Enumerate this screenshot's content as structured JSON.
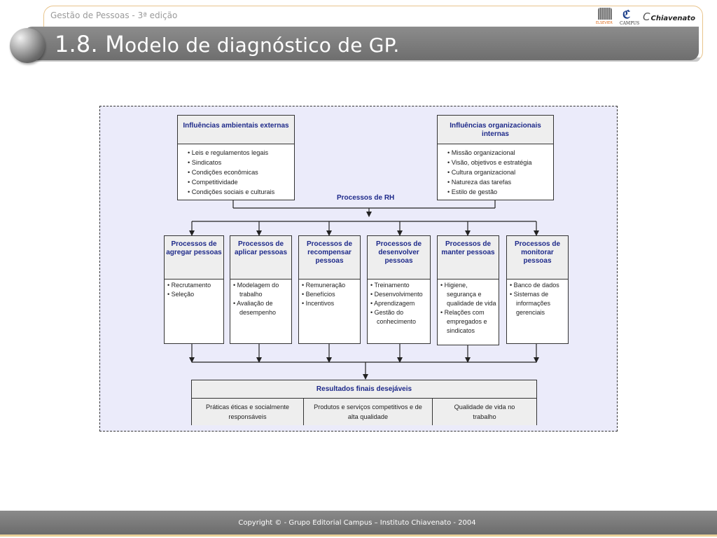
{
  "header": {
    "subtitle": "Gestão de Pessoas - 3ª edição",
    "title_initial": "1.8. M",
    "title_rest": "odelo de diagnóstico de GP.",
    "logos": {
      "elsevier": "ELSEVIER",
      "campus": "CAMPUS",
      "chiavenato_symbol": "C",
      "chiavenato": "Chiavenato"
    }
  },
  "diagram": {
    "external": {
      "title": "Influências ambientais externas",
      "items": [
        "Leis e regulamentos legais",
        "Sindicatos",
        "Condições econômicas",
        "Competitividade",
        "Condições sociais e culturais"
      ]
    },
    "internal": {
      "title": "Influências organizacionais internas",
      "items": [
        "Missão organizacional",
        "Visão, objetivos e estratégia",
        "Cultura organizacional",
        "Natureza das tarefas",
        "Estilo de gestão"
      ]
    },
    "rh_label": "Processos de RH",
    "processes": [
      {
        "title": "Processos de agregar pessoas",
        "items": [
          "Recrutamento",
          "Seleção"
        ]
      },
      {
        "title": "Processos de aplicar pessoas",
        "items": [
          "Modelagem do trabalho",
          "Avaliação de desempenho"
        ]
      },
      {
        "title": "Processos de recompensar pessoas",
        "items": [
          "Remuneração",
          "Benefícios",
          "Incentivos"
        ]
      },
      {
        "title": "Processos de desenvolver pessoas",
        "items": [
          "Treinamento",
          "Desenvolvimento",
          "Aprendizagem",
          "Gestão do conhecimento"
        ]
      },
      {
        "title": "Processos de manter pessoas",
        "items": [
          "Higiene, segurança e qualidade de vida",
          "Relações com empregados e sindicatos"
        ]
      },
      {
        "title": "Processos de monitorar pessoas",
        "items": [
          "Banco de dados",
          "Sistemas de informações gerenciais"
        ]
      }
    ],
    "results": {
      "title": "Resultados finais desejáveis",
      "cells": [
        "Práticas éticas e socialmente responsáveis",
        "Produtos e serviços competitivos e de alta qualidade",
        "Qualidade de vida no trabalho"
      ]
    }
  },
  "footer": {
    "copyright": "Copyright © - Grupo Editorial Campus – Instituto Chiavenato - 2004"
  },
  "colors": {
    "title_bar": "#7a7a7a",
    "figure_bg": "#ebebfa",
    "diagram_heading": "#1e2a8a",
    "frame_accent": "#e8c48c"
  }
}
